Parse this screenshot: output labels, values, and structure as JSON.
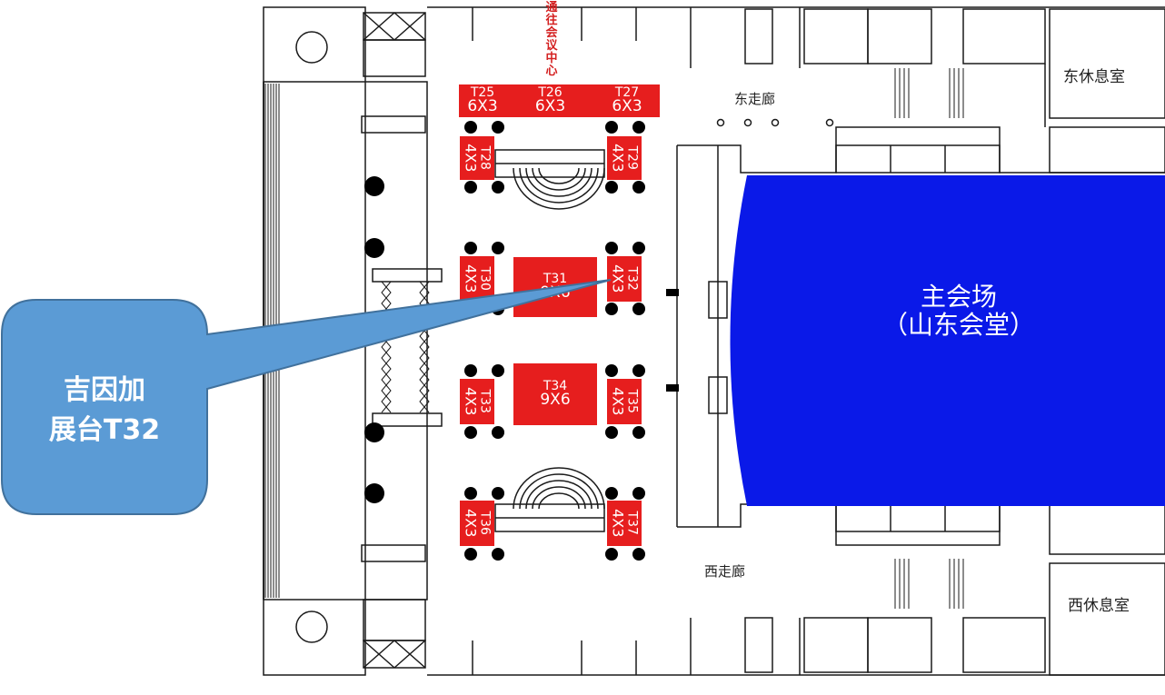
{
  "colors": {
    "booth": "#e61e1e",
    "main_hall": "#0a19e8",
    "callout": "#5b9bd5",
    "callout_border": "#41719c"
  },
  "top_direction": "通往会议中心",
  "corridors": {
    "east": "东走廊",
    "west": "西走廊"
  },
  "rooms": {
    "east_lounge": "东休息室",
    "west_lounge": "西休息室"
  },
  "main_hall": {
    "line1": "主会场",
    "line2": "（山东会堂）"
  },
  "callout": {
    "line1": "吉因加",
    "line2": "展台T32"
  },
  "booths": [
    {
      "id": "T25",
      "size": "6X3"
    },
    {
      "id": "T26",
      "size": "6X3"
    },
    {
      "id": "T27",
      "size": "6X3"
    },
    {
      "id": "T28",
      "size": "4X3"
    },
    {
      "id": "T29",
      "size": "4X3"
    },
    {
      "id": "T30",
      "size": "4X3"
    },
    {
      "id": "T31",
      "size": "9X6"
    },
    {
      "id": "T32",
      "size": "4X3"
    },
    {
      "id": "T33",
      "size": "4X3"
    },
    {
      "id": "T34",
      "size": "9X6"
    },
    {
      "id": "T35",
      "size": "4X3"
    },
    {
      "id": "T36",
      "size": "4X3"
    },
    {
      "id": "T37",
      "size": "4X3"
    }
  ]
}
